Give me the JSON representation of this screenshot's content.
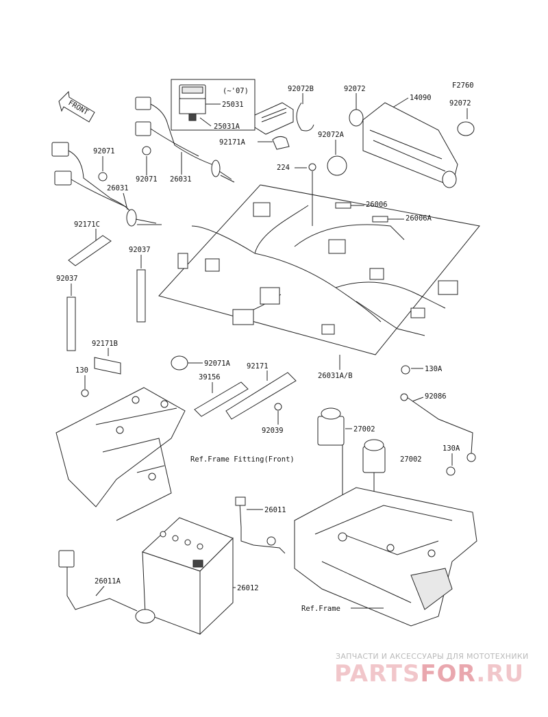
{
  "figure_code": "F2760",
  "front_label": "FRONT",
  "callouts": {
    "p25031_year": "(~'07)",
    "p25031": "25031",
    "p25031A": "25031A",
    "p92072B": "92072B",
    "p92072_a": "92072",
    "p14090": "14090",
    "p92072_b": "92072",
    "p92171A": "92171A",
    "p92072A": "92072A",
    "p224": "224",
    "p92071_a": "92071",
    "p92071_b": "92071",
    "p26031_a": "26031",
    "p26031_b": "26031",
    "p26006": "26006",
    "p26006A": "26006A",
    "p92171C": "92171C",
    "p92037_a": "92037",
    "p92037_b": "92037",
    "p26031AB": "26031A/B",
    "p92171B": "92171B",
    "p130": "130",
    "p92071A": "92071A",
    "p92171": "92171",
    "p39156": "39156",
    "p130A_a": "130A",
    "p92086": "92086",
    "p92039": "92039",
    "p27002_a": "27002",
    "p27002_b": "27002",
    "p130A_b": "130A",
    "ref_frame_fitting": "Ref.Frame Fitting(Front)",
    "p26011": "26011",
    "p26011A": "26011A",
    "p26012": "26012",
    "ref_frame": "Ref.Frame"
  },
  "watermark": {
    "subtitle": "ЗАПЧАСТИ И АКСЕССУАРЫ ДЛЯ МОТОТЕХНИКИ",
    "logo_a": "PARTS",
    "logo_b": "FOR",
    "logo_c": ".RU"
  }
}
